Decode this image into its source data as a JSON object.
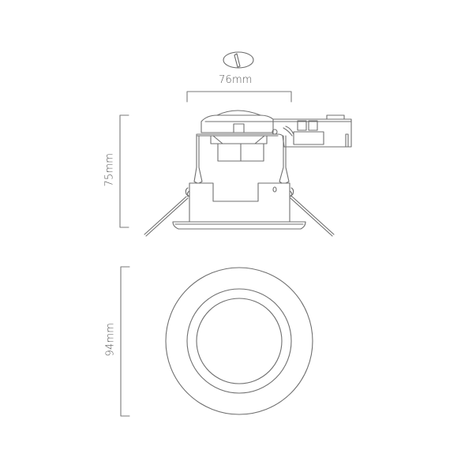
{
  "diagram": {
    "type": "technical-drawing",
    "subject": "recessed downlight fitting",
    "line_color": "#6f6f6f",
    "dimension_color": "#7a7a7a",
    "text_color": "#555555",
    "dimensions": {
      "cutout": {
        "label": "76mm",
        "orientation": "horizontal"
      },
      "height": {
        "label": "75mm",
        "orientation": "vertical"
      },
      "diameter": {
        "label": "94mm",
        "orientation": "vertical"
      }
    },
    "views": [
      {
        "name": "side-elevation",
        "components": [
          "driver-box",
          "mounting-bracket",
          "spring-clips",
          "trim-bezel"
        ]
      },
      {
        "name": "front-view",
        "rings": 3
      }
    ],
    "icons": [
      "cutout-hole-icon"
    ]
  }
}
